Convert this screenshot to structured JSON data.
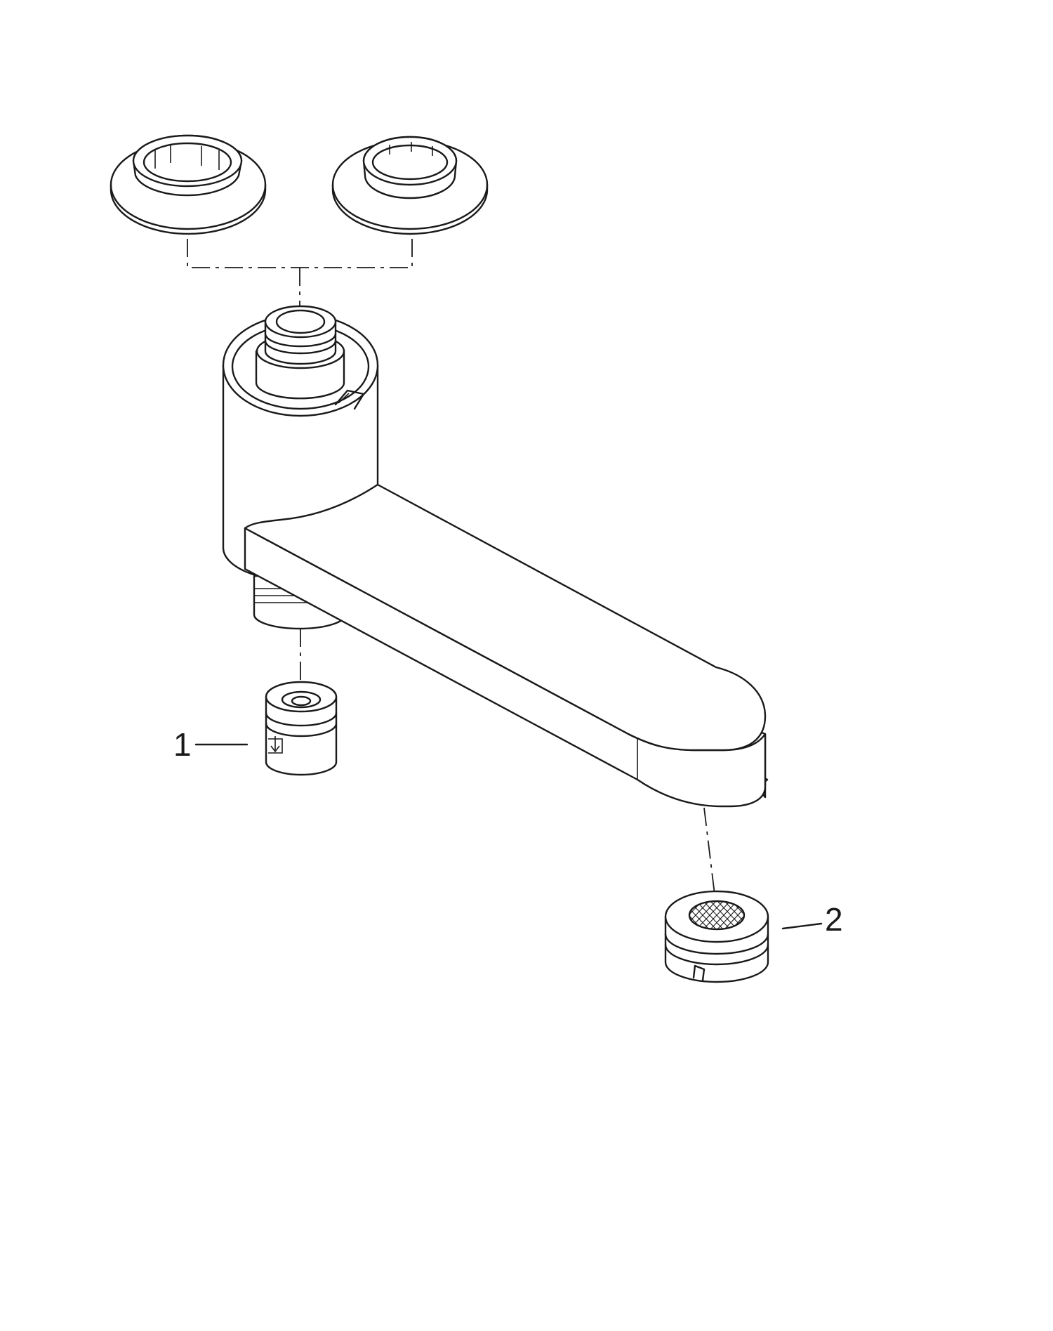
{
  "diagram": {
    "callouts": [
      {
        "id": "callout-1",
        "text": "1"
      },
      {
        "id": "callout-2",
        "text": "2"
      }
    ],
    "colors": {
      "line": "#1a1a1a",
      "background": "#ffffff"
    }
  }
}
